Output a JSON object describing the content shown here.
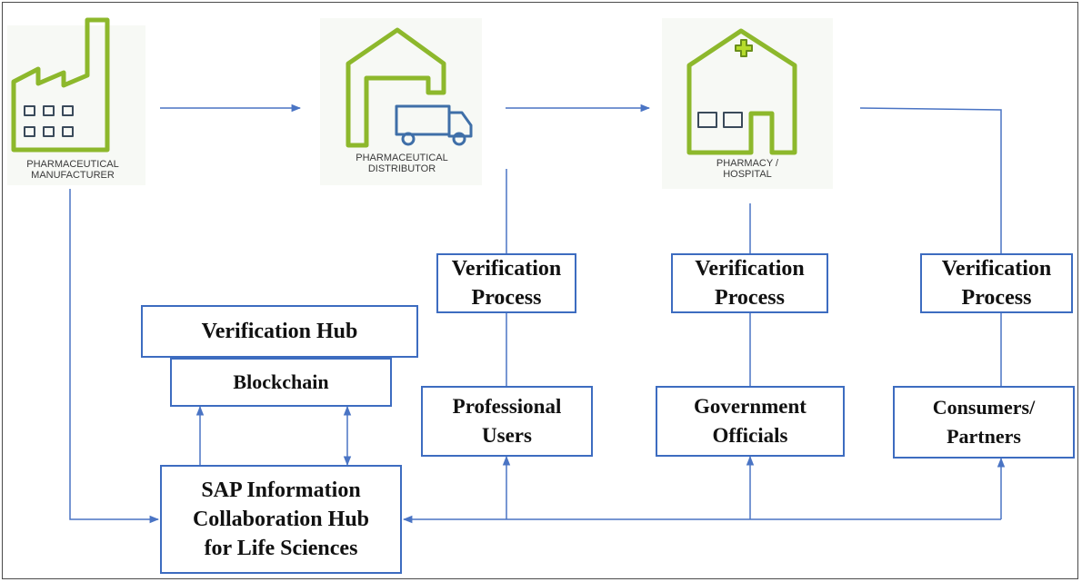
{
  "stakeholders": {
    "manufacturer": "PHARMACEUTICAL\nMANUFACTURER",
    "distributor": "PHARMACEUTICAL\nDISTRIBUTOR",
    "pharmacy": "PHARMACY /\nHOSPITAL"
  },
  "verification": {
    "distributor": "Verification\nProcess",
    "pharmacy": "Verification\nProcess",
    "consumer": "Verification\nProcess"
  },
  "users": {
    "professional": "Professional\nUsers",
    "government": "Government\nOfficials",
    "consumers": "Consumers/\nPartners"
  },
  "hub": {
    "verification_hub": "Verification Hub",
    "blockchain": "Blockchain",
    "sap": "SAP Information\nCollaboration Hub\nfor Life Sciences"
  },
  "icons": {
    "manufacturer": "factory-icon",
    "distributor": "warehouse-truck-icon",
    "pharmacy": "hospital-cross-icon"
  },
  "colors": {
    "line": "#4a74c4",
    "box_border": "#3d6cc0",
    "icon_stroke": "#8db82c",
    "truck_stroke": "#3f6fa8"
  }
}
